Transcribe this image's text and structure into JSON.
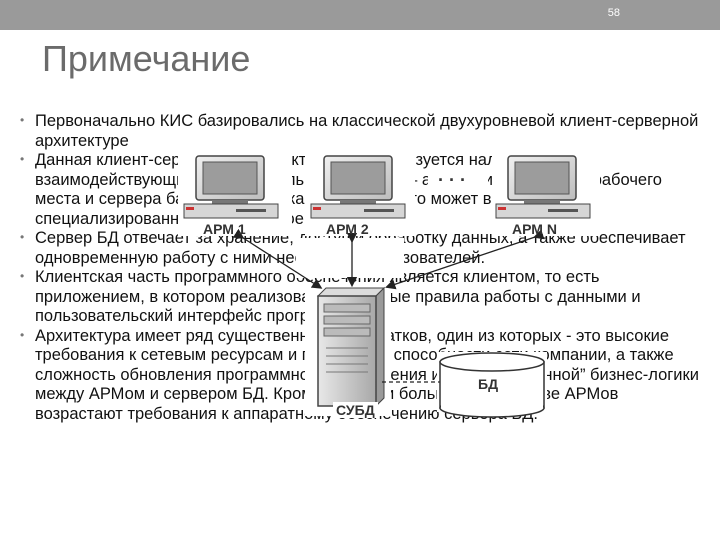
{
  "slide_number": "58",
  "title": "Примечание",
  "bullets": [
    "Первоначально КИС базировались на классической двухуровневой клиент-серверной архитектуре",
    "Данная клиент-серверная архитектура характеризуется наличием двух взаимодействующих самостоятельных модулей – автоматизированного рабочего места и сервера базы данных, в качестве которого может выступать специализированное программное обеспечение.",
    "Сервер БД отвечает за хранение, доступ и обработку данных, а также обеспечивает одновременную работу с ними нескольких пользователей.",
    "Клиентская часть программного обеспечения является клиентом, то есть приложением, в котором реализованы основные правила работы с данными и пользовательский интерфейс программы.",
    "Архитектура имеет ряд существенных недостатков, один из которых - это высокие требования к сетевым ресурсам и пропускной способности сети компании, а также сложность обновления программного обеспечения из-за “размазанной” бизнес-логики между АРМом и сервером БД. Кроме того, при большом количестве АРМов возрастают требования к аппаратному обеспечению сервера БД."
  ],
  "diagram": {
    "arm1": "АРМ 1",
    "arm2": "АРМ 2",
    "armN": "АРМ N",
    "dots": "· · ·",
    "subd": "СУБД",
    "bd": "БД"
  }
}
